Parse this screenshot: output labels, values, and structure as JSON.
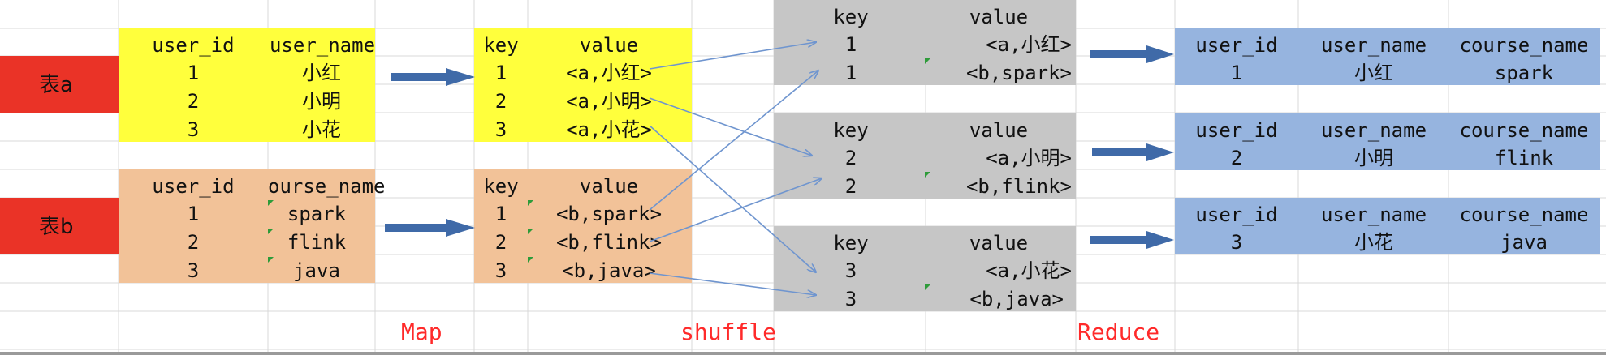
{
  "colors": {
    "yellow": "#ffff3c",
    "orange": "#f2c298",
    "gray": "#c6c6c6",
    "blue": "#96b4df",
    "red": "#ea3327",
    "arrow": "#6f95cf",
    "map_arrow": "#3f6aa8",
    "phase": "#ff2a2a"
  },
  "table_a": {
    "label": "表a",
    "headers": [
      "user_id",
      "user_name"
    ],
    "rows": [
      [
        "1",
        "小红"
      ],
      [
        "2",
        "小明"
      ],
      [
        "3",
        "小花"
      ]
    ]
  },
  "table_b": {
    "label": "表b",
    "headers": [
      "user_id",
      "ourse_name"
    ],
    "rows": [
      [
        "1",
        "spark"
      ],
      [
        "2",
        "flink"
      ],
      [
        "3",
        "java"
      ]
    ]
  },
  "map_a": {
    "headers": [
      "key",
      "value"
    ],
    "rows": [
      [
        "1",
        "<a,小红>"
      ],
      [
        "2",
        "<a,小明>"
      ],
      [
        "3",
        "<a,小花>"
      ]
    ]
  },
  "map_b": {
    "headers": [
      "key",
      "value"
    ],
    "rows": [
      [
        "1",
        "<b,spark>"
      ],
      [
        "2",
        "<b,flink>"
      ],
      [
        "3",
        "<b,java>"
      ]
    ]
  },
  "shuffle_groups": [
    {
      "headers": [
        "key",
        "value"
      ],
      "rows": [
        [
          "1",
          "<a,小红>"
        ],
        [
          "1",
          "<b,spark>"
        ]
      ]
    },
    {
      "headers": [
        "key",
        "value"
      ],
      "rows": [
        [
          "2",
          "<a,小明>"
        ],
        [
          "2",
          "<b,flink>"
        ]
      ]
    },
    {
      "headers": [
        "key",
        "value"
      ],
      "rows": [
        [
          "3",
          "<a,小花>"
        ],
        [
          "3",
          "<b,java>"
        ]
      ]
    }
  ],
  "reduce_results": [
    {
      "headers": [
        "user_id",
        "user_name",
        "course_name"
      ],
      "row": [
        "1",
        "小红",
        "spark"
      ]
    },
    {
      "headers": [
        "user_id",
        "user_name",
        "course_name"
      ],
      "row": [
        "2",
        "小明",
        "flink"
      ]
    },
    {
      "headers": [
        "user_id",
        "user_name",
        "course_name"
      ],
      "row": [
        "3",
        "小花",
        "java"
      ]
    }
  ],
  "phases": {
    "map": "Map",
    "shuffle": "shuffle",
    "reduce": "Reduce"
  }
}
